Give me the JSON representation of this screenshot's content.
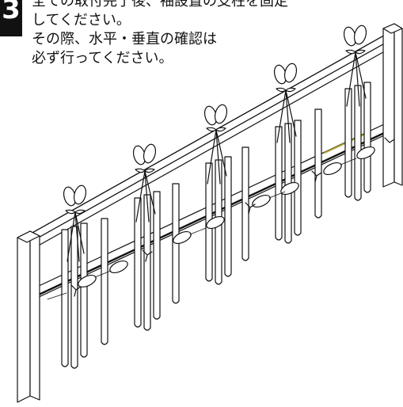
{
  "step": {
    "number": "3"
  },
  "instructions": {
    "line1": "全ての取付完了後、袖設置の支柱を固定",
    "line2": "してください。",
    "line3": "その際、水平・垂直の確認は",
    "line4": "必ず行ってください。"
  },
  "illustration": {
    "subject": "bamboo fence (竹垣) with tied knots",
    "colors": {
      "line": "#111111",
      "fill": "#ffffff",
      "accent": "#b5a634"
    }
  }
}
